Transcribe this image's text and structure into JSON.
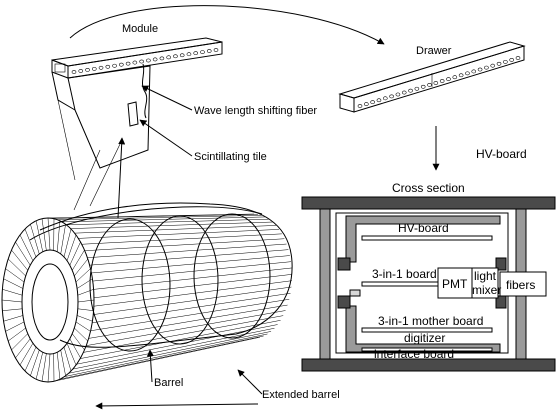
{
  "labels": {
    "module": "Module",
    "drawer": "Drawer",
    "wls_fiber": "Wave length shifting fiber",
    "scint_tile": "Scintillating tile",
    "hv_board_title": "HV-board",
    "cross_section": "Cross section",
    "hv_board_inner": "HV-board",
    "board_3in1": "3-in-1 board",
    "pmt": "PMT",
    "light": "light",
    "mixer": "mixer",
    "fibers": "fibers",
    "mother_board": "3-in-1 mother board",
    "digitizer": "digitizer",
    "interface_board": "interface board",
    "barrel": "Barrel",
    "extended_barrel": "Extended barrel"
  },
  "colors": {
    "ink": "#000000",
    "gray_fill": "#9a9a9a",
    "dark_fill": "#4a4a4a",
    "light_fill": "#d8d8d8",
    "background": "#ffffff"
  }
}
